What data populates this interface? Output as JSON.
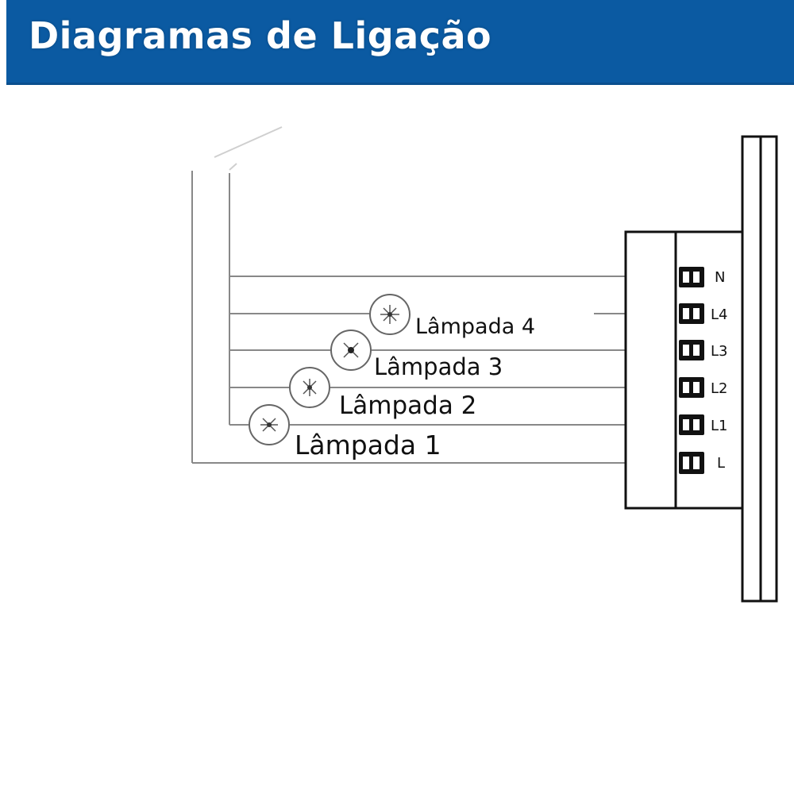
{
  "header": {
    "title": "Diagramas de Ligação"
  },
  "terminals": [
    {
      "id": "N",
      "label": "N"
    },
    {
      "id": "L4",
      "label": "L4"
    },
    {
      "id": "L3",
      "label": "L3"
    },
    {
      "id": "L2",
      "label": "L2"
    },
    {
      "id": "L1",
      "label": "L1"
    },
    {
      "id": "L",
      "label": "L"
    }
  ],
  "lamps": [
    {
      "id": "lamp-4",
      "label": "Lâmpada 4"
    },
    {
      "id": "lamp-3",
      "label": "Lâmpada 3"
    },
    {
      "id": "lamp-2",
      "label": "Lâmpada 2"
    },
    {
      "id": "lamp-1",
      "label": "Lâmpada 1"
    }
  ],
  "colors": {
    "header_bg": "#0b5aa2",
    "header_text": "#ffffff",
    "wire": "#888888"
  }
}
